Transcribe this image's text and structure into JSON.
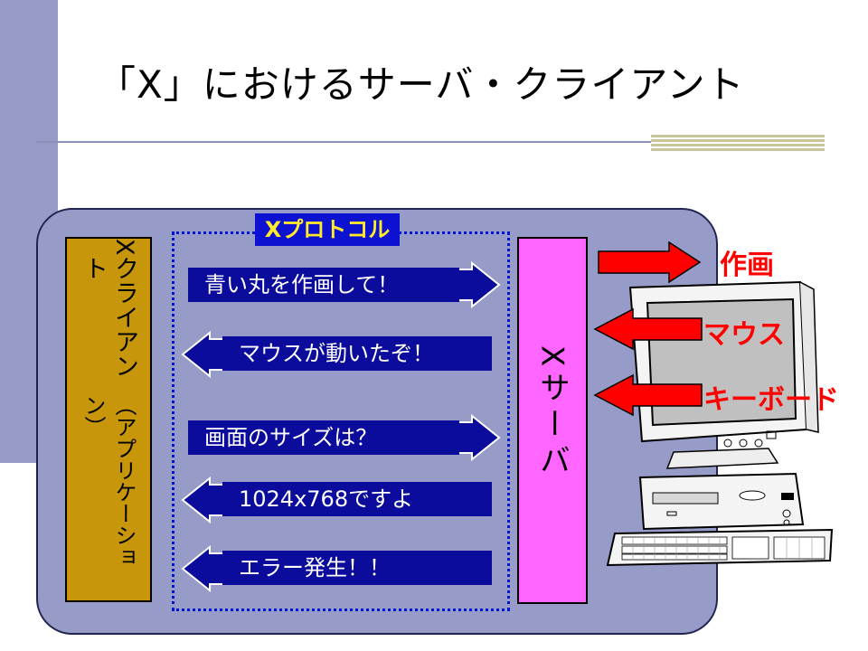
{
  "slide": {
    "title": "「X」におけるサーバ・クライアント"
  },
  "client": {
    "label": "X",
    "label2": "クライアント",
    "sublabel": "（アプリケーション）"
  },
  "protocol": {
    "label": "Xプロトコル"
  },
  "messages": [
    {
      "text": "青い丸を作画して！",
      "direction": "to-server"
    },
    {
      "text": "マウスが動いたぞ！",
      "direction": "to-client"
    },
    {
      "text": "画面のサイズは？",
      "direction": "to-server"
    },
    {
      "text": "1024x768ですよ",
      "direction": "to-client"
    },
    {
      "text": "エラー発生！！",
      "direction": "to-client"
    }
  ],
  "server": {
    "label": "Xサーバ"
  },
  "devices": [
    {
      "text": "作画",
      "direction": "out"
    },
    {
      "text": "マウス",
      "direction": "in"
    },
    {
      "text": "キーボード",
      "direction": "in"
    }
  ],
  "colors": {
    "panel": "#969bc8",
    "client_box": "#c8960a",
    "server_box": "#ff66ff",
    "message_box": "#0b0b9c",
    "protocol_label_bg": "#0d12d2",
    "protocol_label_text": "#ffeb2a",
    "device_arrow": "#ff0000"
  },
  "icons": {
    "computer": "computer-icon"
  }
}
